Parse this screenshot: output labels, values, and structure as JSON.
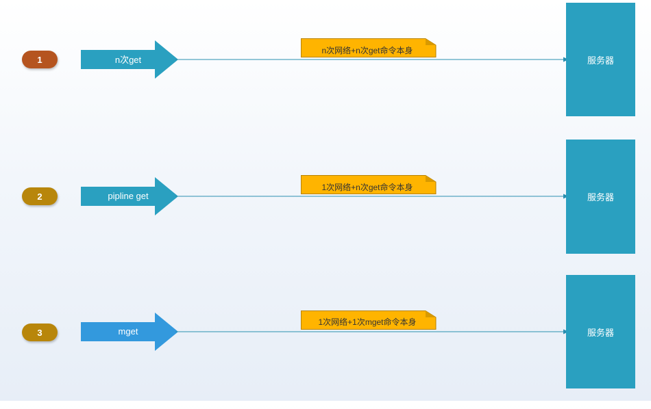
{
  "colors": {
    "badge_1": "#b5541f",
    "badge_2": "#b8860b",
    "badge_3": "#b8860b",
    "arrow_1": "#2aa0c0",
    "arrow_2": "#2aa0c0",
    "arrow_3": "#3399dd",
    "note_fill": "#ffb400",
    "note_fold": "#d99a00",
    "line": "#2a8fb0",
    "server": "#2aa0c0"
  },
  "rows": [
    {
      "number": "1",
      "arrow_label": "n次get",
      "note": "n次网络+n次get命令本身",
      "server": "服务器"
    },
    {
      "number": "2",
      "arrow_label": "pipline get",
      "note": "1次网络+n次get命令本身",
      "server": "服务器"
    },
    {
      "number": "3",
      "arrow_label": "mget",
      "note": "1次网络+1次mget命令本身",
      "server": "服务器"
    }
  ]
}
